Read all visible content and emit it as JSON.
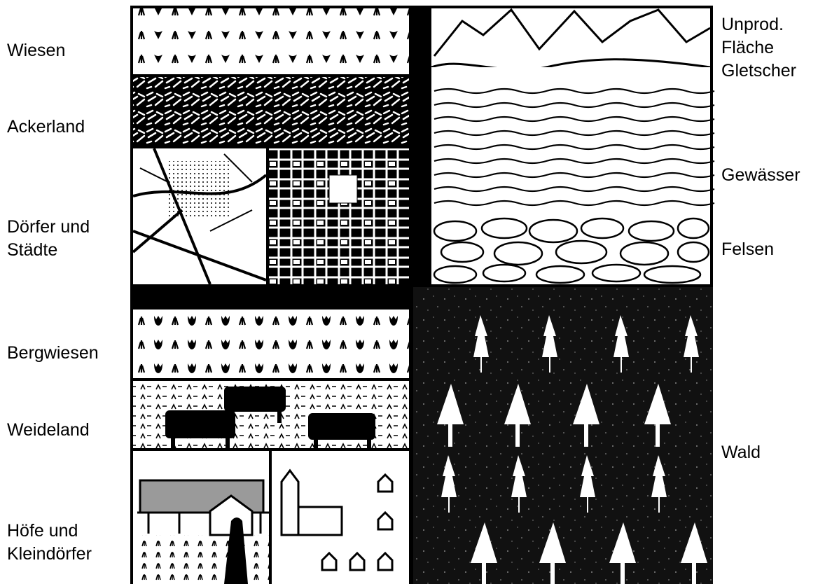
{
  "labels": {
    "wiesen": "Wiesen",
    "ackerland": "Ackerland",
    "doerfer": "Dörfer und\nStädte",
    "bergwiesen": "Bergwiesen",
    "weideland": "Weideland",
    "hoefe": "Höfe und\nKleindörfer",
    "unprod": "Unprod.\nFläche\nGletscher",
    "gewaesser": "Gewässer",
    "felsen": "Felsen",
    "wald": "Wald"
  },
  "colors": {
    "ink": "#000000",
    "paper": "#ffffff",
    "forest": "#111111",
    "roof_gray": "#9a9a9a"
  }
}
